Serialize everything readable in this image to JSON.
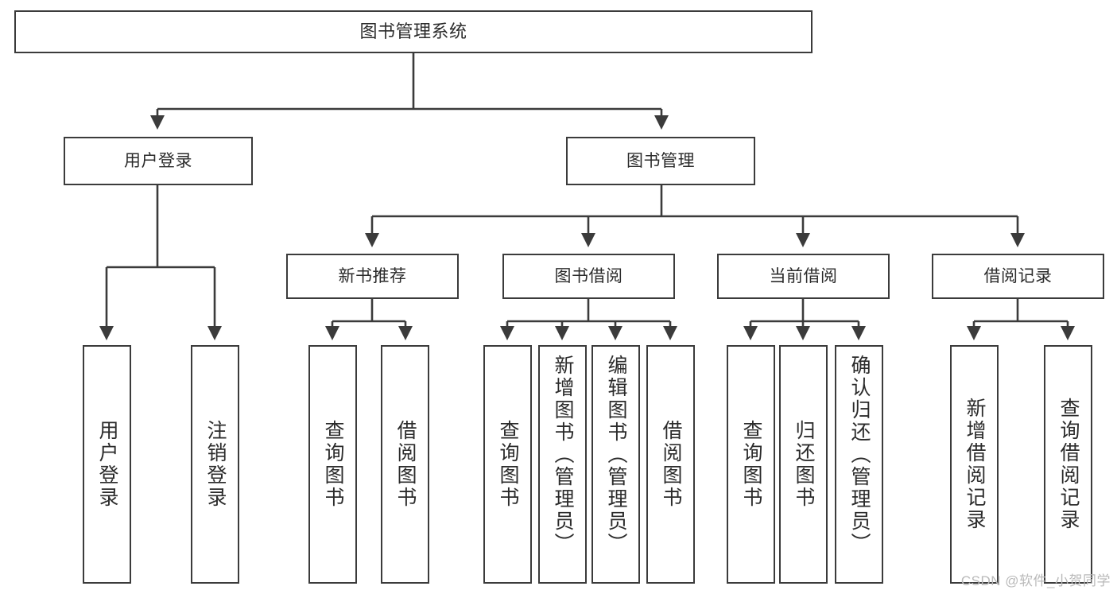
{
  "diagram": {
    "type": "tree-hierarchy",
    "title": "图书管理系统",
    "orientation": "top-down",
    "colors": {
      "stroke": "#3b3b3b",
      "fill": "#ffffff",
      "text": "#2b2b2b",
      "watermark": "#b9b9b9"
    },
    "root": {
      "label": "图书管理系统"
    },
    "level1": [
      {
        "label": "用户登录"
      },
      {
        "label": "图书管理"
      }
    ],
    "level2": [
      {
        "label": "新书推荐"
      },
      {
        "label": "图书借阅"
      },
      {
        "label": "当前借阅"
      },
      {
        "label": "借阅记录"
      }
    ],
    "leaves": {
      "user_login": [
        {
          "label": "用户登录"
        },
        {
          "label": "注销登录"
        }
      ],
      "new_book_recommend": [
        {
          "label": "查询图书"
        },
        {
          "label": "借阅图书"
        }
      ],
      "book_borrow": [
        {
          "label": "查询图书"
        },
        {
          "label": "新增图书（管理员）"
        },
        {
          "label": "编辑图书（管理员）"
        },
        {
          "label": "借阅图书"
        }
      ],
      "current_borrow": [
        {
          "label": "查询图书"
        },
        {
          "label": "归还图书"
        },
        {
          "label": "确认归还（管理员）"
        }
      ],
      "borrow_record": [
        {
          "label": "新增借阅记录"
        },
        {
          "label": "查询借阅记录"
        }
      ]
    }
  },
  "watermark": {
    "text": "CSDN @软件_小贺同学"
  }
}
